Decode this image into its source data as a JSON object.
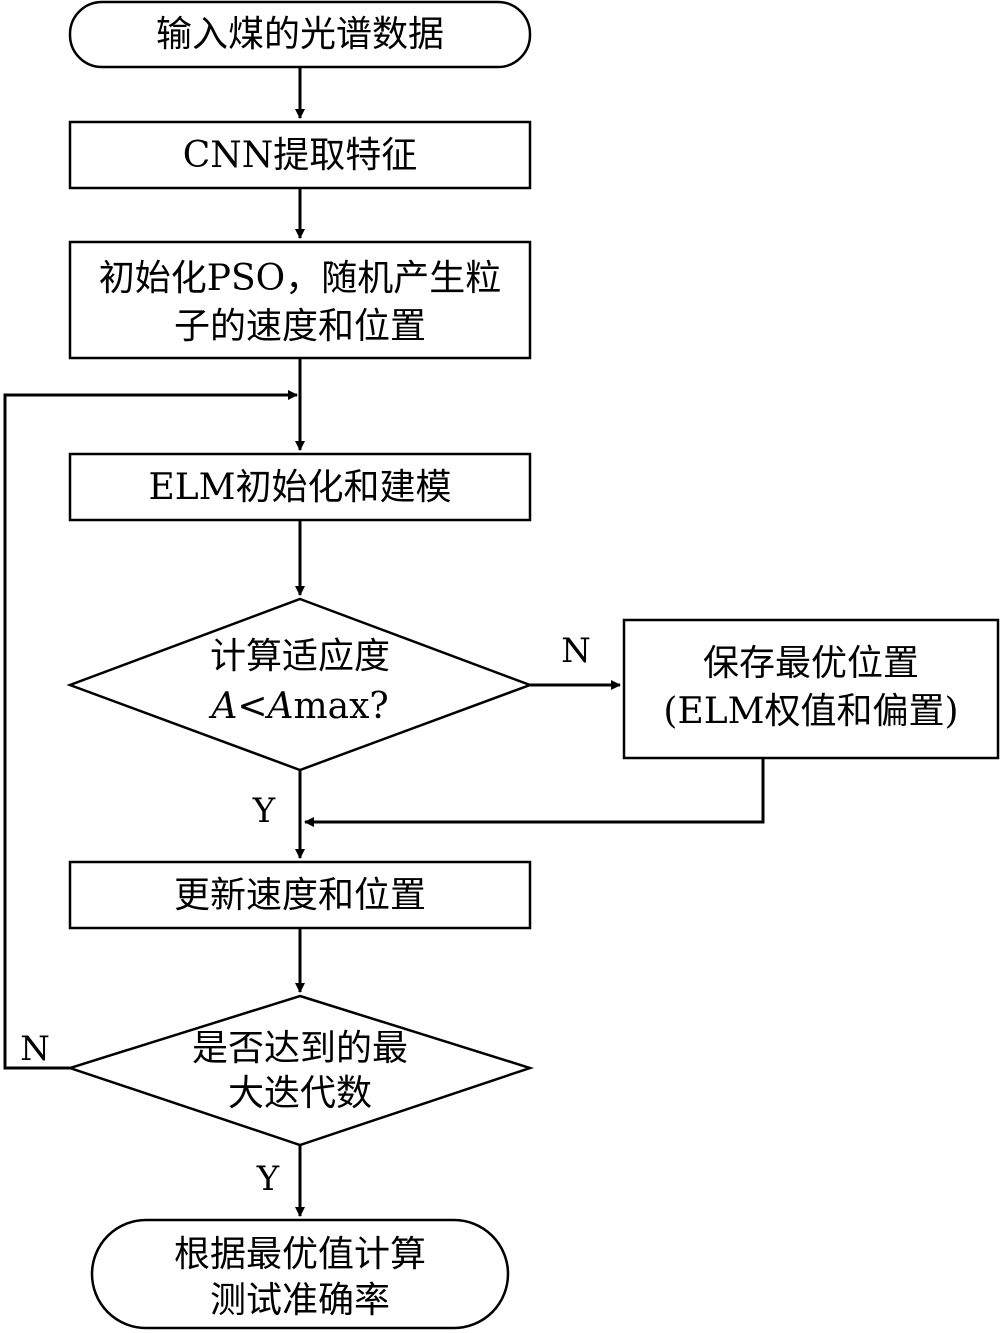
{
  "nodes": {
    "start": {
      "lines": [
        "输入煤的光谱数据"
      ]
    },
    "cnn": {
      "lines": [
        "CNN提取特征"
      ]
    },
    "init_pso": {
      "lines": [
        "初始化PSO，随机产生粒",
        "子的速度和位置"
      ]
    },
    "elm": {
      "lines": [
        "ELM初始化和建模"
      ]
    },
    "fitness": {
      "line1": "计算适应度",
      "line2_a": "A",
      "line2_lt": "<",
      "line2_b": "A",
      "line2_tail": "max?"
    },
    "save": {
      "lines": [
        "保存最优位置",
        "(ELM权值和偏置)"
      ]
    },
    "update": {
      "lines": [
        "更新速度和位置"
      ]
    },
    "max_iter": {
      "lines": [
        "是否达到的最",
        "大迭代数"
      ]
    },
    "end": {
      "lines": [
        "根据最优值计算",
        "测试准确率"
      ]
    }
  },
  "edge_labels": {
    "fitness_no": "N",
    "fitness_yes": "Y",
    "iter_no": "N",
    "iter_yes": "Y"
  }
}
